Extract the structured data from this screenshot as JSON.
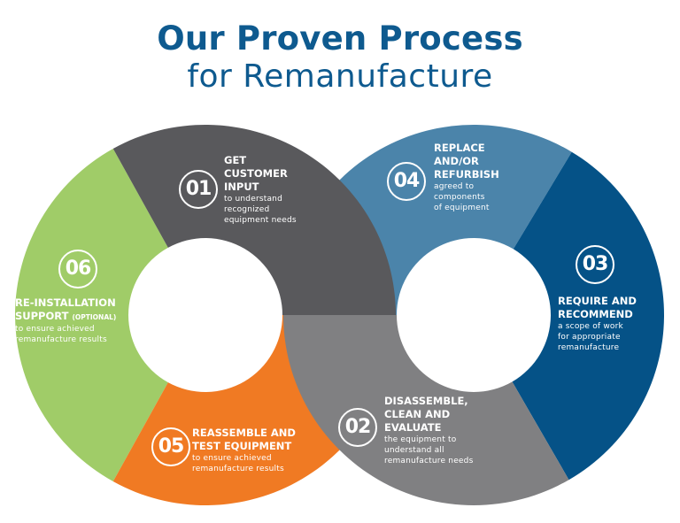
{
  "title": {
    "main": "Our Proven Process",
    "sub": "for Remanufacture",
    "color": "#0e5a8f"
  },
  "steps": [
    {
      "number": "01",
      "heading_lines": [
        "GET",
        "CUSTOMER",
        "INPUT"
      ],
      "note": "",
      "description_lines": [
        "to understand",
        "recognized",
        "equipment needs"
      ],
      "color": "#59595c"
    },
    {
      "number": "02",
      "heading_lines": [
        "DISASSEMBLE,",
        "CLEAN AND",
        "EVALUATE"
      ],
      "note": "",
      "description_lines": [
        "the equipment to",
        "understand all",
        "remanufacture needs"
      ],
      "color": "#808082"
    },
    {
      "number": "03",
      "heading_lines": [
        "REQUIRE AND",
        "RECOMMEND"
      ],
      "note": "",
      "description_lines": [
        "a scope of work",
        "for appropriate",
        "remanufacture"
      ],
      "color": "#055287"
    },
    {
      "number": "04",
      "heading_lines": [
        "REPLACE",
        "AND/OR",
        "REFURBISH"
      ],
      "note": "",
      "description_lines": [
        "agreed to",
        "components",
        "of equipment"
      ],
      "color": "#4b84aa"
    },
    {
      "number": "05",
      "heading_lines": [
        "REASSEMBLE AND",
        "TEST EQUIPMENT"
      ],
      "note": "",
      "description_lines": [
        "to ensure achieved",
        "remanufacture results"
      ],
      "color": "#f07a23"
    },
    {
      "number": "06",
      "heading_lines": [
        "RE-INSTALLATION",
        "SUPPORT"
      ],
      "note": "(OPTIONAL)",
      "description_lines": [
        "to ensure achieved",
        "remanufacture results"
      ],
      "color": "#a0cc68"
    }
  ]
}
